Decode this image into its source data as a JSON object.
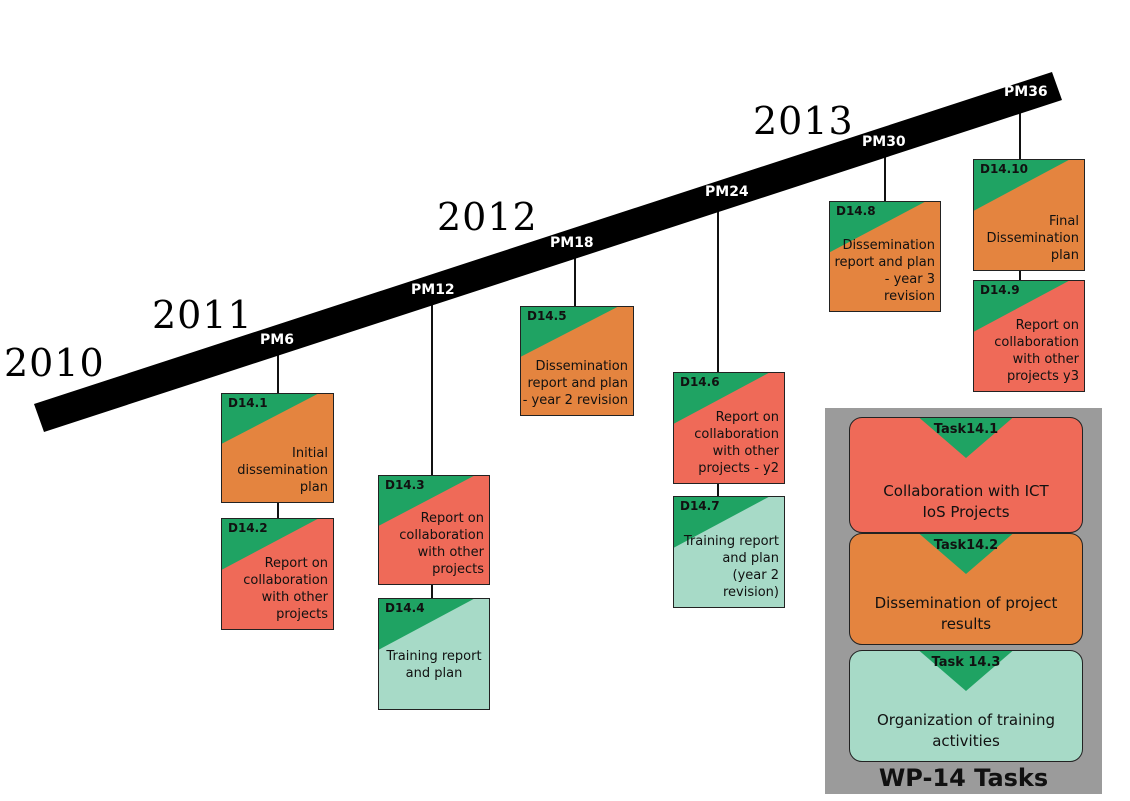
{
  "years": [
    "2010",
    "2011",
    "2012",
    "2013"
  ],
  "milestones": [
    "PM6",
    "PM12",
    "PM18",
    "PM24",
    "PM30",
    "PM36"
  ],
  "deliverables": [
    {
      "code": "D14.1",
      "title": "Initial\ndissemination\nplan",
      "color": "orange"
    },
    {
      "code": "D14.2",
      "title": "Report on\ncollaboration\nwith other\nprojects",
      "color": "red"
    },
    {
      "code": "D14.3",
      "title": "Report on\ncollaboration\nwith other\nprojects",
      "color": "red"
    },
    {
      "code": "D14.4",
      "title": "Training report\nand plan",
      "color": "mint"
    },
    {
      "code": "D14.5",
      "title": "Dissemination\nreport and plan\n- year 2 revision",
      "color": "orange"
    },
    {
      "code": "D14.6",
      "title": "Report on\ncollaboration\nwith other\nprojects - y2",
      "color": "red"
    },
    {
      "code": "D14.7",
      "title": "Training report\nand plan\n(year 2 revision)",
      "color": "mint"
    },
    {
      "code": "D14.8",
      "title": "Dissemination\nreport and plan\n- year 3 revision",
      "color": "orange"
    },
    {
      "code": "D14.10",
      "title": "Final\nDissemination\nplan",
      "color": "orange"
    },
    {
      "code": "D14.9",
      "title": "Report on\ncollaboration\nwith other\nprojects y3",
      "color": "red"
    }
  ],
  "tasks_panel": {
    "title": "WP-14 Tasks",
    "tasks": [
      {
        "name": "Task14.1",
        "description": "Collaboration with ICT\nIoS Projects",
        "color": "red"
      },
      {
        "name": "Task14.2",
        "description": "Dissemination of project\nresults",
        "color": "orange"
      },
      {
        "name": "Task 14.3",
        "description": "Organization of training\nactivities",
        "color": "mint"
      }
    ]
  },
  "colors": {
    "orange": "#e4843f",
    "red": "#ef6a58",
    "mint": "#a7dac7",
    "green_corner": "#1fa363",
    "timeline": "#000000",
    "panel_bg": "#9b9b9b"
  }
}
